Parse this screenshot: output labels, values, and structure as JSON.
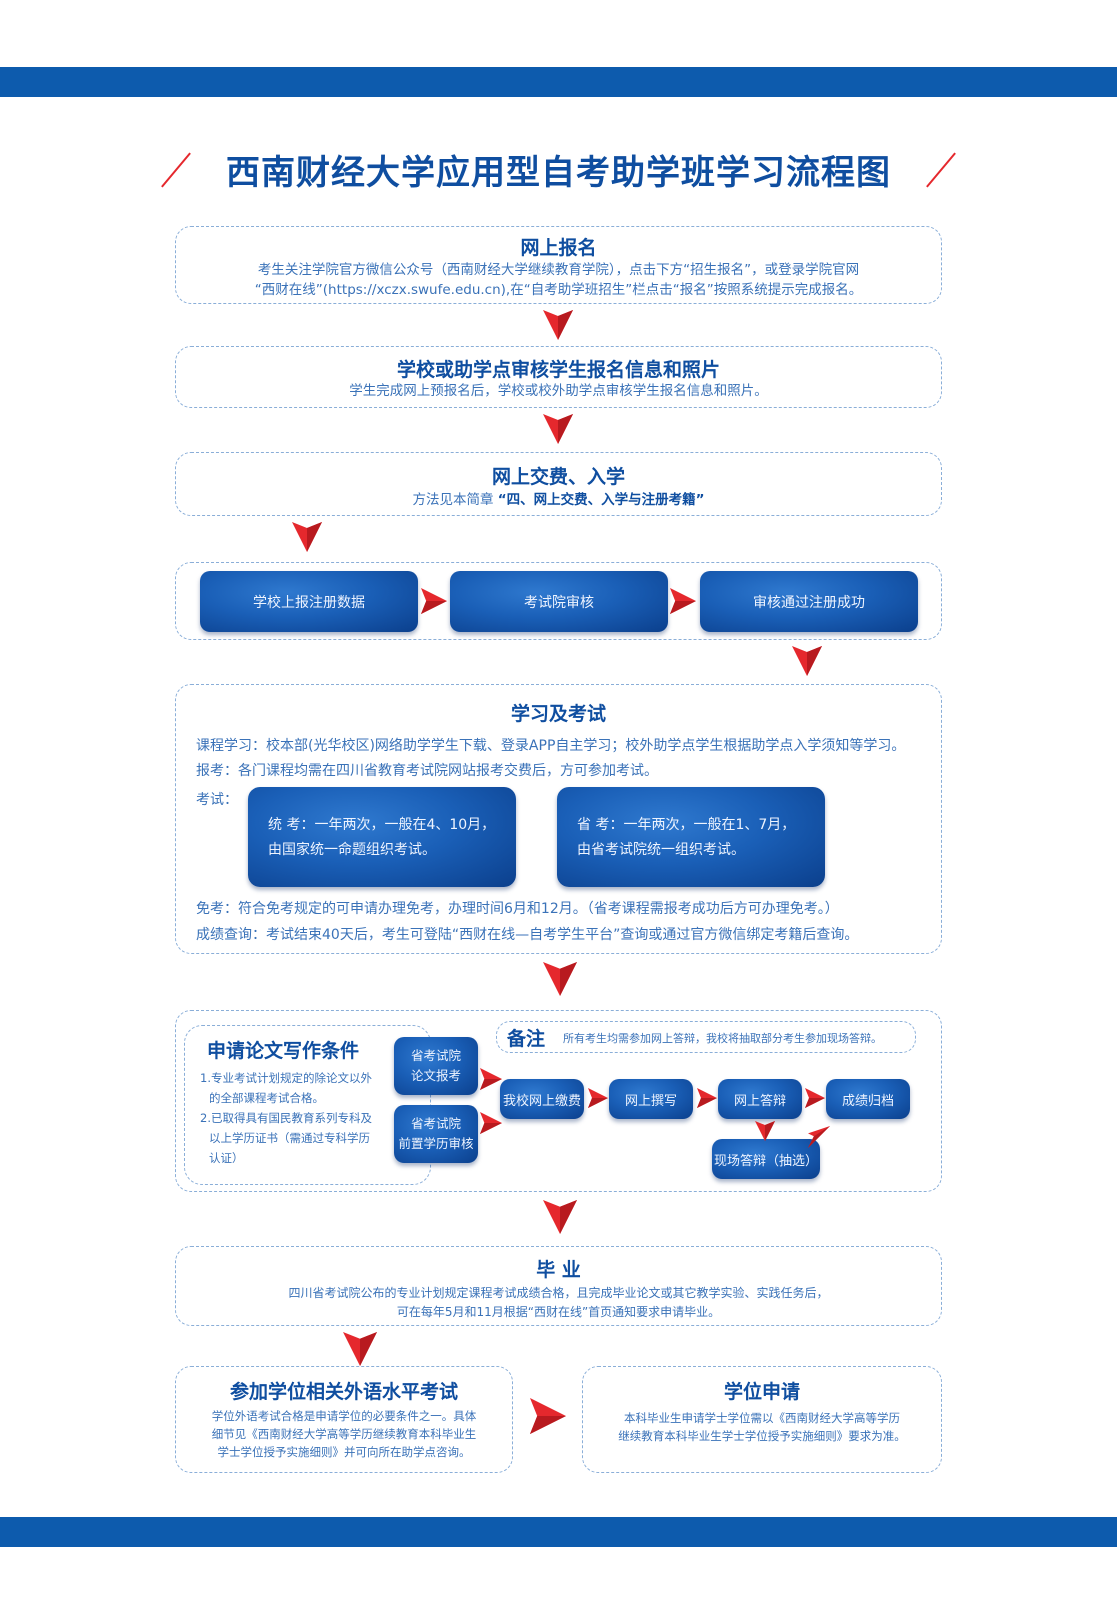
{
  "title": "西南财经大学应用型自考助学班学习流程图",
  "step1": {
    "heading": "网上报名",
    "line1": "考生关注学院官方微信公众号（西南财经大学继续教育学院），点击下方“招生报名”，或登录学院官网",
    "line2": "“西财在线”(https://xczx.swufe.edu.cn),在“自考助学班招生”栏点击“报名”按照系统提示完成报名。"
  },
  "step2": {
    "heading": "学校或助学点审核学生报名信息和照片",
    "line1": "学生完成网上预报名后，学校或校外助学点审核学生报名信息和照片。"
  },
  "step3": {
    "heading": "网上交费、入学",
    "prefix": "方法见本简章",
    "emphasis": "“四、网上交费、入学与注册考籍”"
  },
  "register": {
    "items": [
      "学校上报注册数据",
      "考试院审核",
      "审核通过注册成功"
    ]
  },
  "study": {
    "heading": "学习及考试",
    "course": "课程学习：校本部(光华校区)网络助学学生下载、登录APP自主学习；校外助学点学生根据助学点入学须知等学习。",
    "signup": "报考：各门课程均需在四川省教育考试院网站报考交费后，方可参加考试。",
    "exam_label": "考试：",
    "unified_1": "统 考：一年两次，一般在4、10月，",
    "unified_2": "由国家统一命题组织考试。",
    "provincial_1": "省 考：一年两次，一般在1、7月，",
    "provincial_2": "由省考试院统一组织考试。",
    "exempt": "免考：符合免考规定的可申请办理免考，办理时间6月和12月。（省考课程需报考成功后方可办理免考。）",
    "score": "成绩查询：考试结束40天后，考生可登陆“西财在线—自考学生平台”查询或通过官方微信绑定考籍后查询。"
  },
  "thesis": {
    "heading": "申请论文写作条件",
    "cond1_a": "1.专业考试计划规定的除论文以外",
    "cond1_b": "的全部课程考试合格。",
    "cond2_a": "2.已取得具有国民教育系列专科及",
    "cond2_b": "以上学历证书（需通过专科学历",
    "cond2_c": "认证）",
    "apply1_a": "省考试院",
    "apply1_b": "论文报考",
    "apply2_a": "省考试院",
    "apply2_b": "前置学历审核",
    "note_label": "备注",
    "note_text": "所有考生均需参加网上答辩，我校将抽取部分考生参加现场答辩。",
    "flow": [
      "我校网上缴费",
      "网上撰写",
      "网上答辩",
      "成绩归档"
    ],
    "onsite": "现场答辩（抽选）"
  },
  "graduate": {
    "heading": "毕 业",
    "line1": "四川省考试院公布的专业计划规定课程考试成绩合格，且完成毕业论文或其它教学实验、实践任务后，",
    "line2": "可在每年5月和11月根据“西财在线”首页通知要求申请毕业。"
  },
  "foreign": {
    "heading": "参加学位相关外语水平考试",
    "line1": "学位外语考试合格是申请学位的必要条件之一。具体",
    "line2": "细节见《西南财经大学高等学历继续教育本科毕业生",
    "line3": "学士学位授予实施细则》并可向所在助学点咨询。"
  },
  "degree": {
    "heading": "学位申请",
    "line1": "本科毕业生申请学士学位需以《西南财经大学高等学历",
    "line2": "继续教育本科毕业生学士学位授予实施细则》要求为准。"
  },
  "colors": {
    "band": "#0d5bad",
    "heading": "#0f4ea0",
    "text": "#3a72b8",
    "arrow": "#e5282d"
  }
}
